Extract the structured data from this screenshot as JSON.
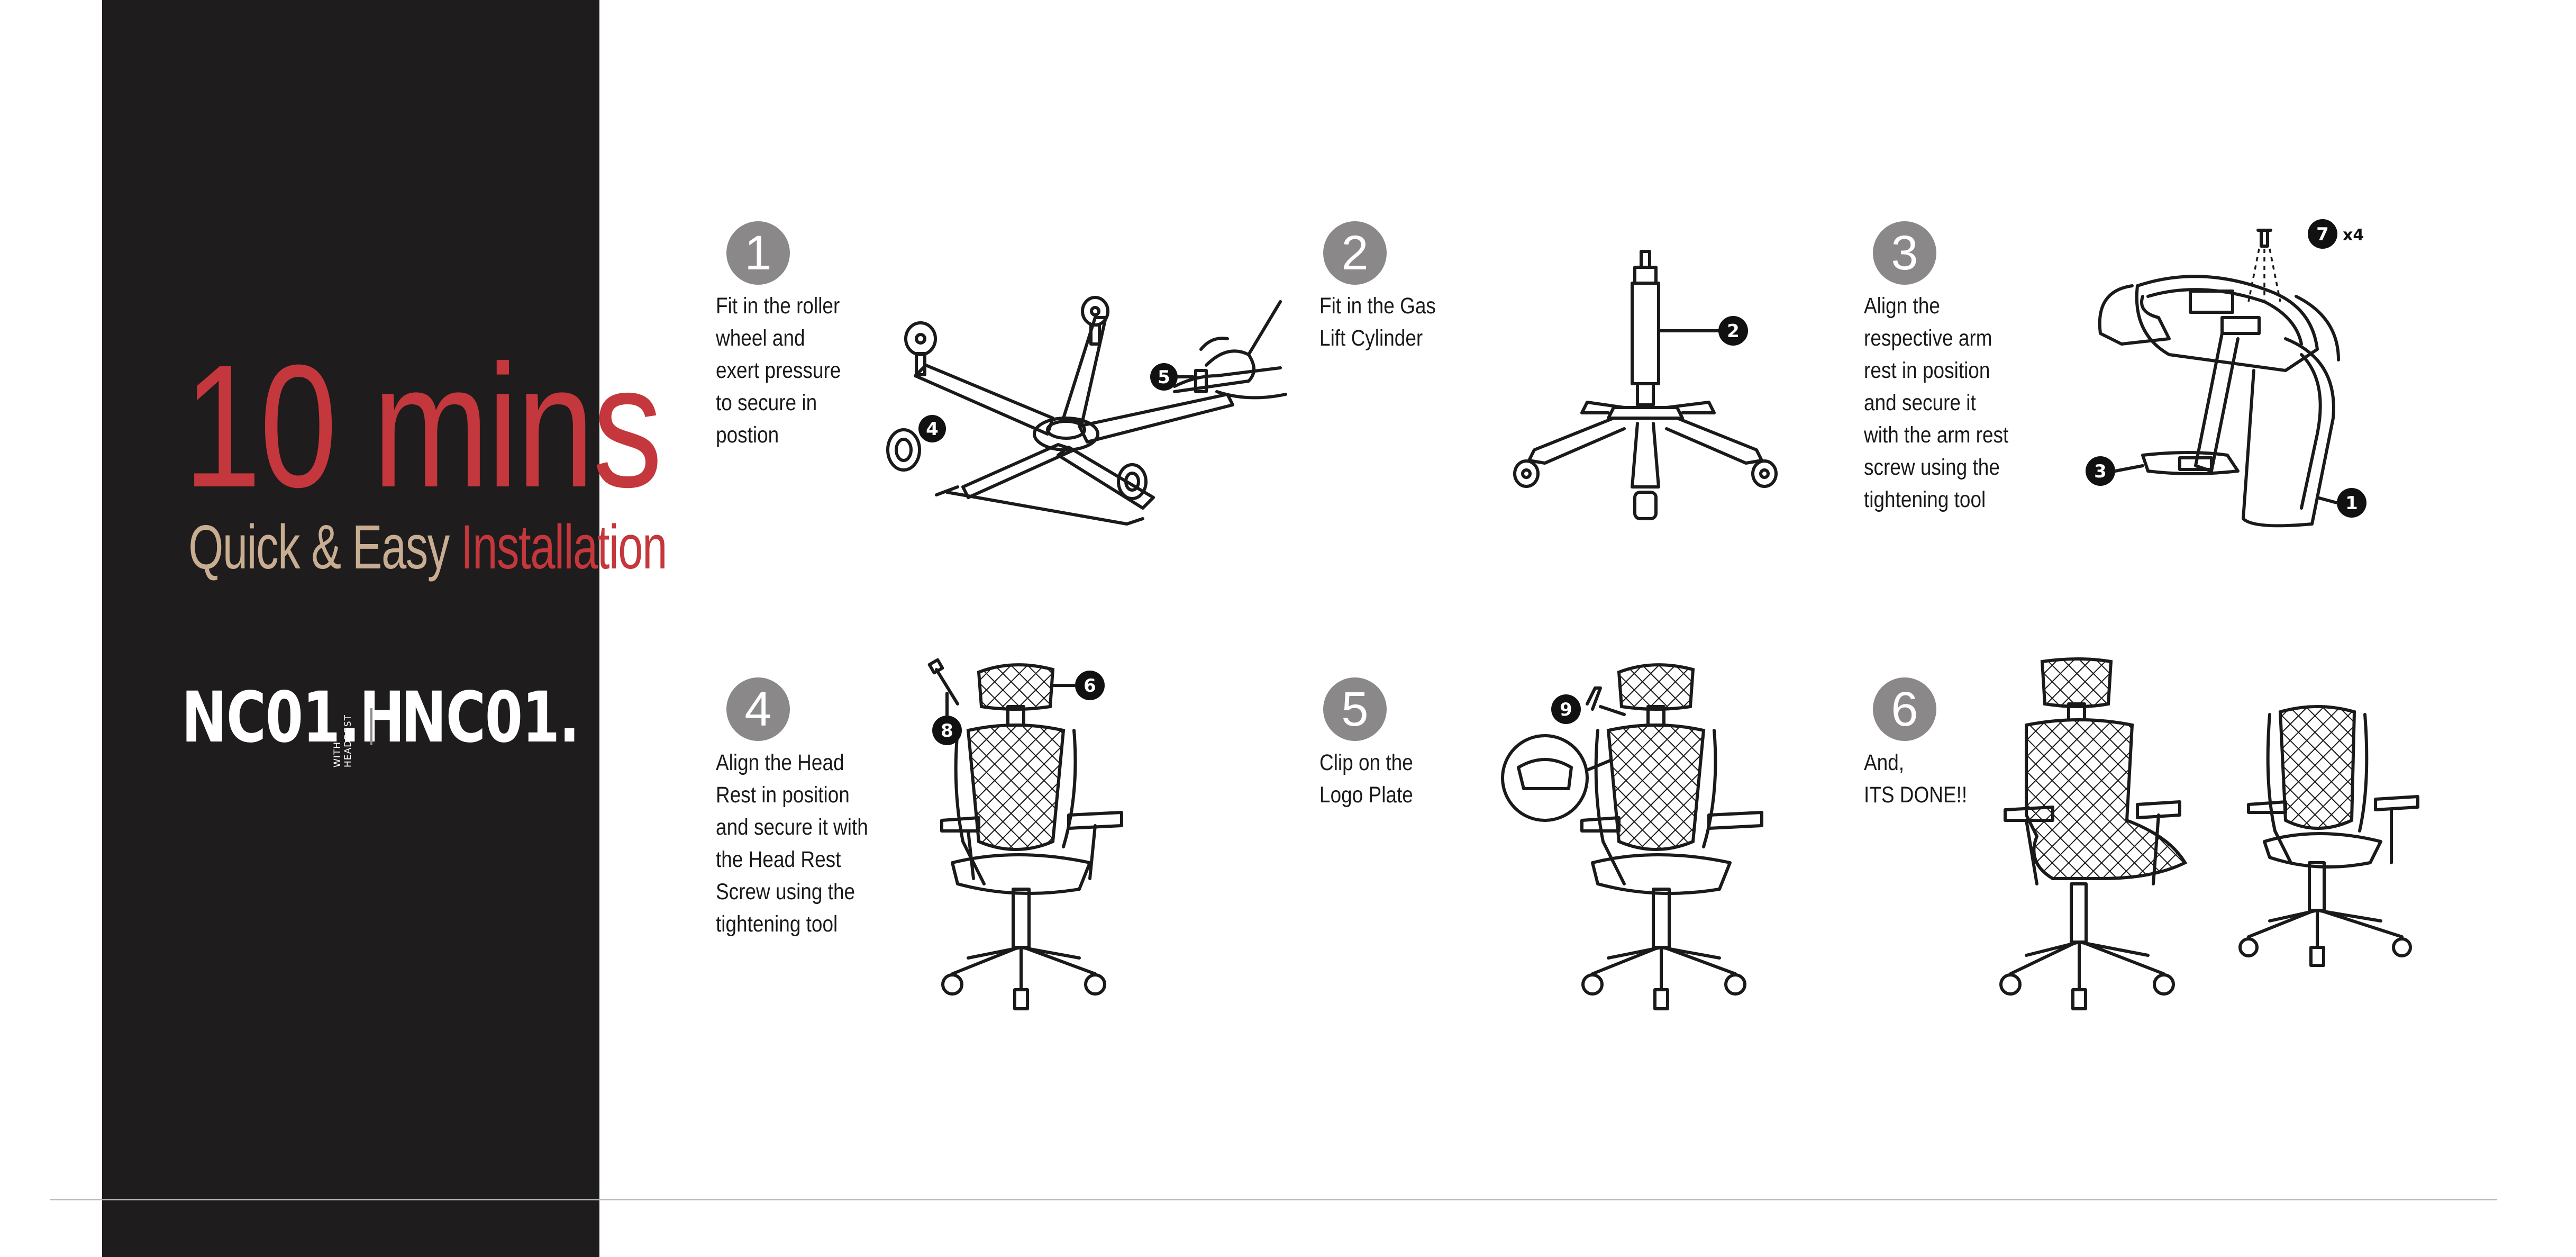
{
  "side_panel": {
    "headline": "10 mins",
    "subline_part1": "Quick & Easy",
    "subline_part2": "Installation",
    "logo1_text": "NC01.H",
    "logo1_small": "WITH HEADREST",
    "logo2_text": "NC01."
  },
  "steps": [
    {
      "number": "1",
      "text": "Fit in the roller\nwheel and\nexert pressure\nto secure in\npostion"
    },
    {
      "number": "2",
      "text": "Fit in the Gas\nLift Cylinder"
    },
    {
      "number": "3",
      "text": "Align the\nrespective arm\nrest in position\nand secure it\nwith the arm rest\nscrew using the\ntightening tool"
    },
    {
      "number": "4",
      "text": "Align the Head\nRest in position\nand secure it with\nthe Head Rest\nScrew using the\ntightening tool"
    },
    {
      "number": "5",
      "text": "Clip on the\nLogo Plate"
    },
    {
      "number": "6",
      "text": "And,\nITS DONE!!"
    }
  ],
  "badges": {
    "b1": "1",
    "b2": "2",
    "b3": "3",
    "b4": "4",
    "b5": "5",
    "b6": "6",
    "b7": "7",
    "b8": "8",
    "b9": "9",
    "b7_qty": "x4"
  },
  "colors": {
    "panel": "#1e1c1c",
    "accent": "#c4373c",
    "beige": "#c9ad92",
    "step_circle": "#8a8888"
  }
}
